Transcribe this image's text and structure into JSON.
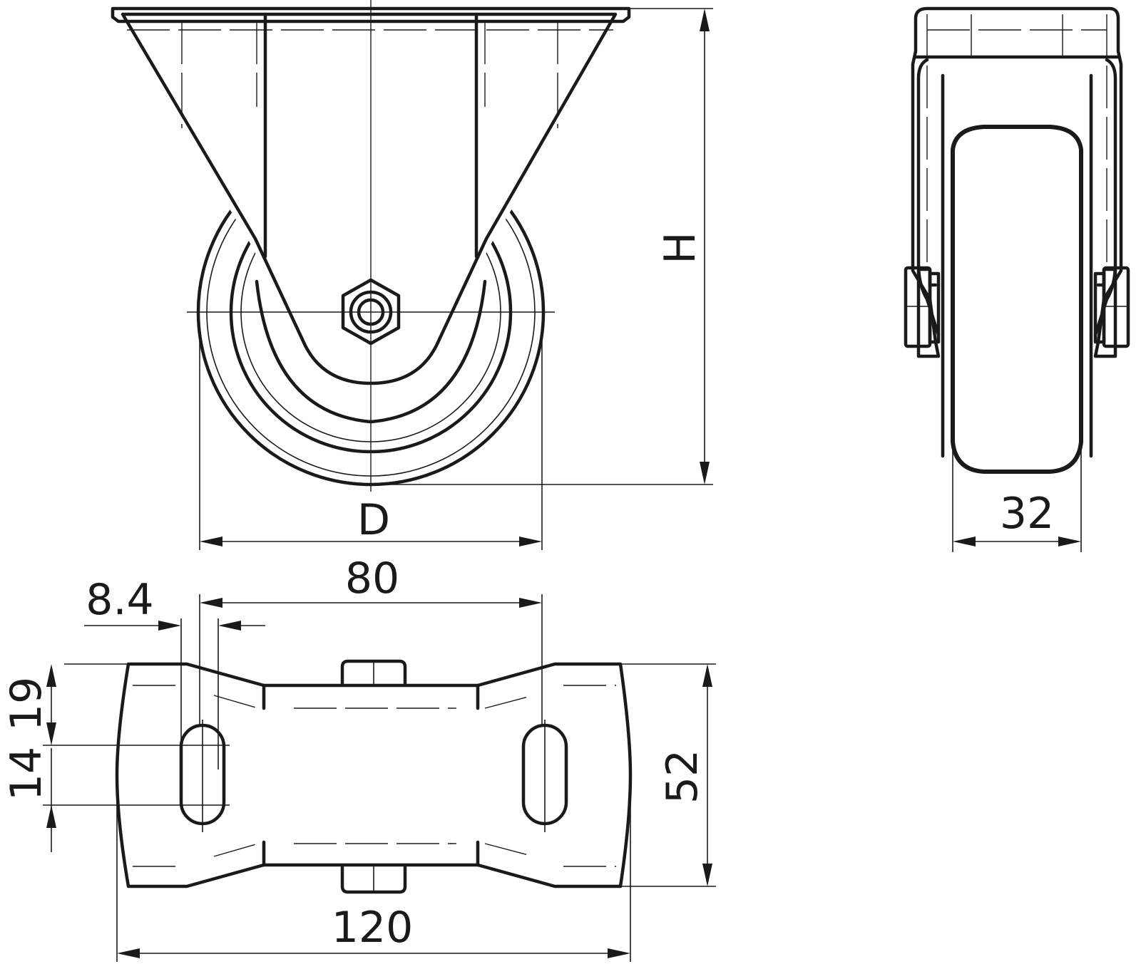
{
  "colors": {
    "line": "#1a1a1a",
    "background": "#ffffff"
  },
  "dimensions": {
    "height_label": "H",
    "diameter_label": "D",
    "wheel_width": "32",
    "bolt_spacing": "80",
    "slot_width": "8.4",
    "edge_offset": "19",
    "slot_length": "14",
    "plate_width": "52",
    "plate_length": "120"
  }
}
